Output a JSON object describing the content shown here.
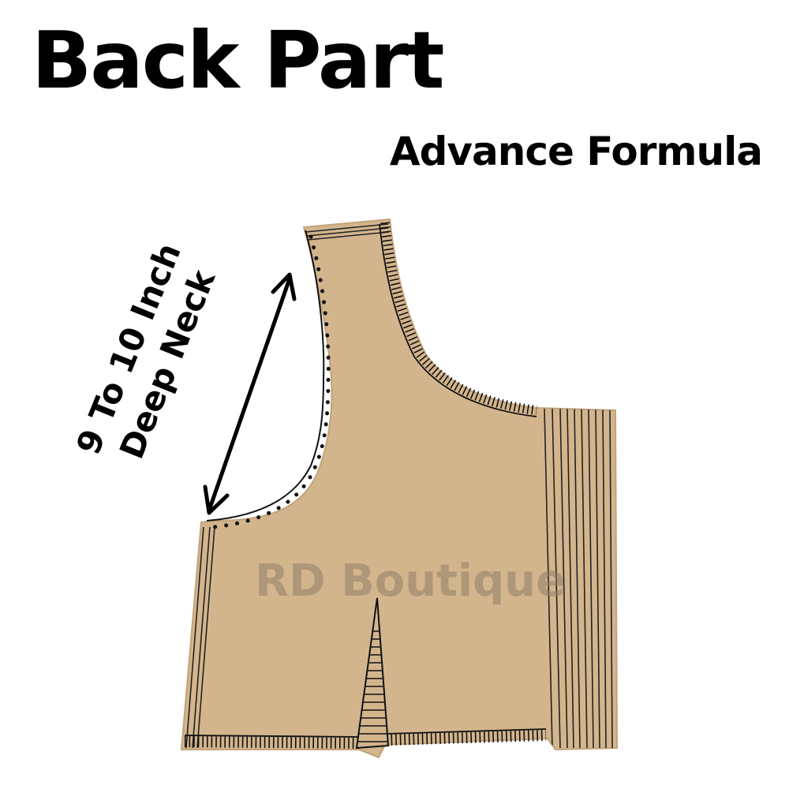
{
  "heading": {
    "title": "Back Part",
    "subtitle": "Advance Formula"
  },
  "measurement": {
    "line1": "9 To 10 Inch",
    "line2": "Deep Neck"
  },
  "watermark": "RD Boutique",
  "colors": {
    "paper": "#d3b58d",
    "paper_edge": "#c2a37a",
    "ink": "#111111",
    "watermark": "#8f7c68",
    "background": "#ffffff"
  },
  "icons": {
    "measurement_arrow": "double-headed-arrow"
  }
}
